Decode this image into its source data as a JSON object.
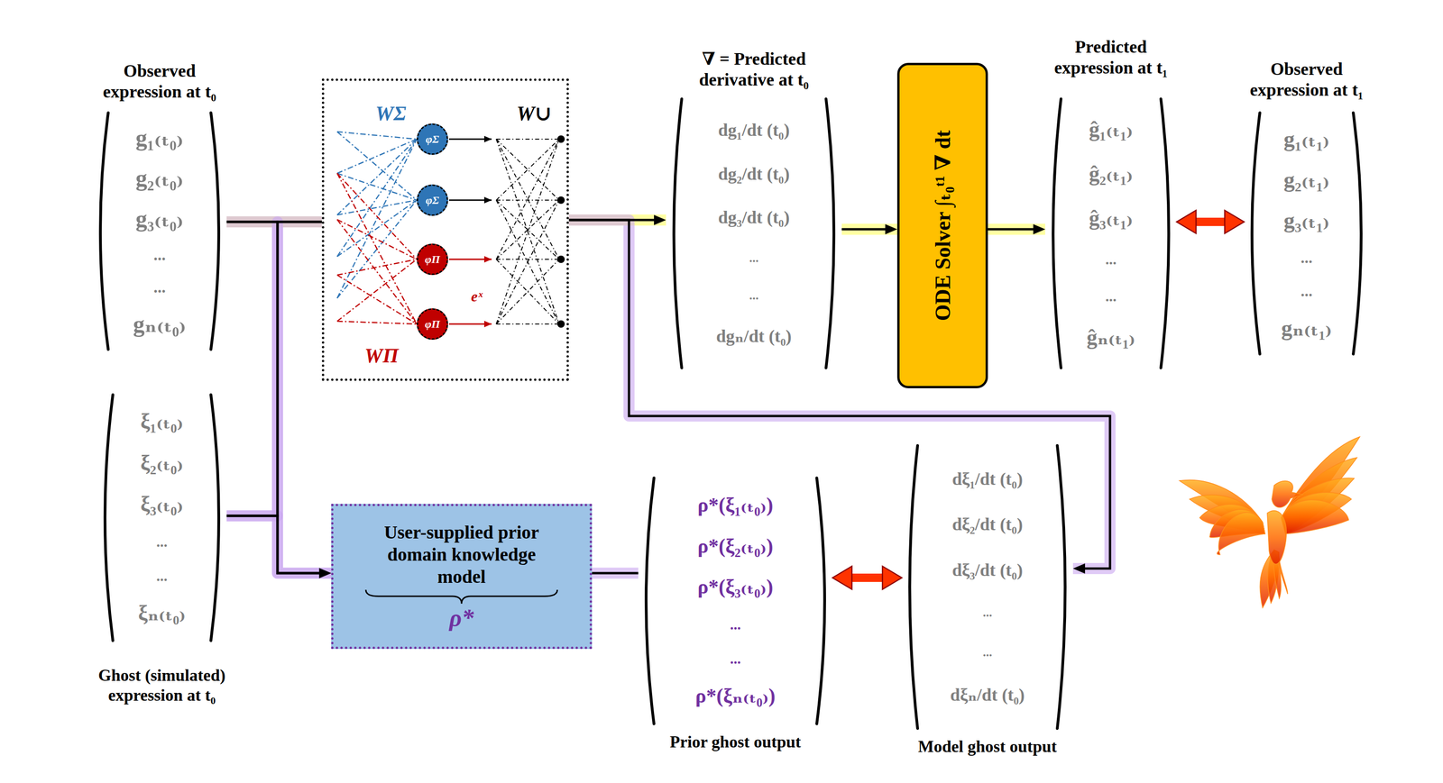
{
  "diagram": {
    "nodes": [
      {
        "text": [
          "Observed expression at t₀",
          "g₁₍ₜ₀₎",
          "g₂₍ₜ₀₎",
          "g₃₍ₜ₀₎",
          "...",
          "...",
          "gₙ₍ₜ₀₎"
        ]
      },
      {
        "text": [
          "WΣ",
          "W∪",
          "WΠ",
          "eˣ"
        ]
      },
      {
        "text": [
          "φΣ"
        ],
        "in": 1
      },
      {
        "text": [
          "φΣ"
        ],
        "in": 1
      },
      {
        "text": [
          "φΠ"
        ],
        "in": 1
      },
      {
        "text": [
          "φΠ"
        ],
        "in": 1
      },
      {
        "text": [
          "∇ = Predicted derivative at t₀",
          "dg₁/dt (t₀)",
          "dg₂/dt (t₀)",
          "dg₃/dt (t₀)",
          "...",
          "...",
          "dgₙ/dt (t₀)"
        ]
      },
      {
        "text": [
          "ODE Solver ∫ₜ₀ᵗ¹ ∇ dt"
        ]
      },
      {
        "text": [
          "Predicted expression at t₁",
          "ĝ₁₍ₜ₁₎",
          "ĝ₂₍ₜ₁₎",
          "ĝ₃₍ₜ₁₎",
          "...",
          "...",
          "ĝₙ₍ₜ₁₎"
        ]
      },
      {
        "text": [
          "Observed expression at t₁",
          "g₁₍ₜ₁₎",
          "g₂₍ₜ₁₎",
          "g₃₍ₜ₁₎",
          "...",
          "...",
          "gₙ₍ₜ₁₎"
        ]
      },
      {
        "text": [
          "ξ₁₍ₜ₀₎",
          "ξ₂₍ₜ₀₎",
          "ξ₃₍ₜ₀₎",
          "...",
          "...",
          "ξₙ₍ₜ₀₎",
          "Ghost (simulated) expression at t₀"
        ]
      },
      {
        "text": [
          "User-supplied prior domain knowledge model",
          "ρ*"
        ]
      },
      {
        "text": [
          "ρ*(ξ₁₍ₜ₀₎)",
          "ρ*(ξ₂₍ₜ₀₎)",
          "ρ*(ξ₃₍ₜ₀₎)",
          "...",
          "...",
          "ρ*(ξₙ₍ₜ₀₎)",
          "Prior ghost output"
        ]
      },
      {
        "text": [
          "dξ₁/dt (t₀)",
          "dξ₂/dt (t₀)",
          "dξ₃/dt (t₀)",
          "...",
          "...",
          "dξₙ/dt (t₀)",
          "Model ghost output"
        ]
      }
    ],
    "edges": [
      {
        "from": 0,
        "to": 1,
        "arrow": "none"
      },
      {
        "from": 10,
        "to": 1,
        "arrow": "none"
      },
      {
        "from": 0,
        "to": 11,
        "arrow": "to"
      },
      {
        "from": 10,
        "to": 11,
        "arrow": "to"
      },
      {
        "from": 1,
        "to": 6,
        "arrow": "to"
      },
      {
        "from": 1,
        "to": 13,
        "arrow": "to"
      },
      {
        "from": 6,
        "to": 7,
        "arrow": "to"
      },
      {
        "from": 7,
        "to": 8,
        "arrow": "to"
      },
      {
        "from": 8,
        "to": 9,
        "arrow": "both"
      },
      {
        "from": 11,
        "to": 12,
        "arrow": "none"
      },
      {
        "from": 12,
        "to": 13,
        "arrow": "both"
      }
    ]
  }
}
